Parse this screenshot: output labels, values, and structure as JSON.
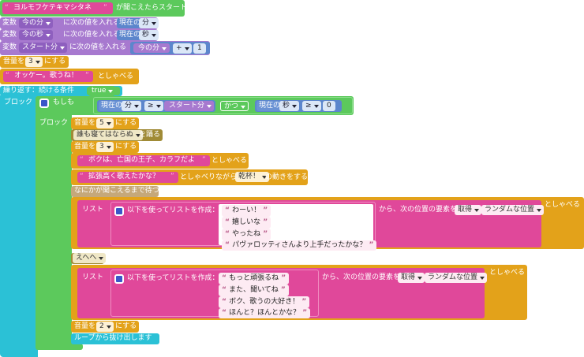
{
  "hat": {
    "phrase": "ヨルモフケテキマシタネ",
    "label": "が聞こえたらスタート"
  },
  "var1": {
    "prefix": "変数",
    "name": "今の分",
    "label": "に次の値を入れる",
    "current": "現在の",
    "unit": "分"
  },
  "var2": {
    "prefix": "変数",
    "name": "今の秒",
    "label": "に次の値を入れる",
    "current": "現在の",
    "unit": "秒"
  },
  "var3": {
    "prefix": "変数",
    "name": "スタート分",
    "label": "に次の値を入れる",
    "operand": "今の分",
    "op": "+",
    "value": "1"
  },
  "vol1": {
    "label": "音量を",
    "value": "3",
    "suffix": "にする"
  },
  "say1": {
    "text": "オッケー。歌うね！",
    "suffix": "としゃべる"
  },
  "loop": {
    "label": "繰り返す：続ける条件",
    "cond": "true",
    "block": "ブロック"
  },
  "if": {
    "label": "もしも",
    "current": "現在の",
    "unit_min": "分",
    "op_ge": "≥",
    "start_min": "スタート分",
    "and": "かつ",
    "unit_sec": "秒",
    "zero": "0",
    "block": "ブロック"
  },
  "vol2": {
    "label": "音量を",
    "value": "5",
    "suffix": "にする"
  },
  "dance": {
    "name": "誰も寝てはならぬ",
    "suffix": "を踊る"
  },
  "vol3": {
    "label": "音量を",
    "value": "3",
    "suffix": "にする"
  },
  "say2": {
    "text": "ボクは、亡国の王子、カラフだよ",
    "suffix": "としゃべる"
  },
  "say3": {
    "text": "拡張高く歌えたかな？",
    "mid": "としゃべりながら",
    "motion": "乾杯！",
    "suffix": "の動きをする"
  },
  "wait": {
    "label": "なにかが聞こえるまで待つ"
  },
  "list1": {
    "label": "リスト",
    "make": "以下を使ってリストを作成：",
    "items": [
      "わーい！",
      "嬉しいな",
      "やったね",
      "パヴァロッティさんより上手だったかな？"
    ],
    "from": "から、次の位置の要素を",
    "get": "取得",
    "pos": "ランダムな位置",
    "suffix": "としゃべる"
  },
  "ehehe": {
    "name": "えへへ"
  },
  "list2": {
    "label": "リスト",
    "make": "以下を使ってリストを作成：",
    "items": [
      "もっと頑張るね",
      "また、聞いてね",
      "ボク、歌うの大好き！",
      "ほんと？ほんとかな？"
    ],
    "from": "から、次の位置の要素を",
    "get": "取得",
    "pos": "ランダムな位置",
    "suffix": "としゃべる"
  },
  "vol4": {
    "label": "音量を",
    "value": "2",
    "suffix": "にする"
  },
  "break": {
    "label": "ループから抜け出します"
  },
  "colors": {
    "text": "#e0489a",
    "variables": "#a779cf",
    "actions": "#e3a21a",
    "logic": "#5cc95c",
    "loops": "#2bc1d6",
    "math": "#5c86cc"
  }
}
